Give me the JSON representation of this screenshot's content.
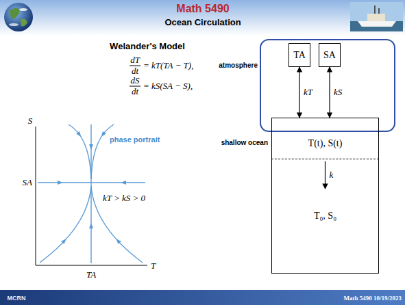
{
  "diagram": {
    "title": "Math 5490",
    "nodes": [
      {
        "text": [
          "TA"
        ]
      },
      {
        "text": [
          "SA"
        ]
      },
      {
        "text": [
          "T(t), S(t)"
        ]
      },
      {
        "text": [
          "T₀, S₀"
        ]
      }
    ],
    "edges": [
      {
        "from": 0,
        "to": 2,
        "label": "kT",
        "arrow": "both"
      },
      {
        "from": 1,
        "to": 2,
        "label": "kS",
        "arrow": "both"
      },
      {
        "from": 2,
        "to": 3,
        "label": "k",
        "arrow": "to"
      }
    ],
    "labels": [
      "Ocean Circulation",
      "Welander's Model",
      "dT",
      "dt",
      "= kT(TA − T),",
      "dS",
      "dt",
      "= kS(SA − S),",
      "atmosphere",
      "shallow ocean",
      "phase portrait",
      "S",
      "SA",
      "kT > kS > 0",
      "T",
      "TA",
      "MCRN",
      "Math 5490 10/19/2023"
    ]
  }
}
